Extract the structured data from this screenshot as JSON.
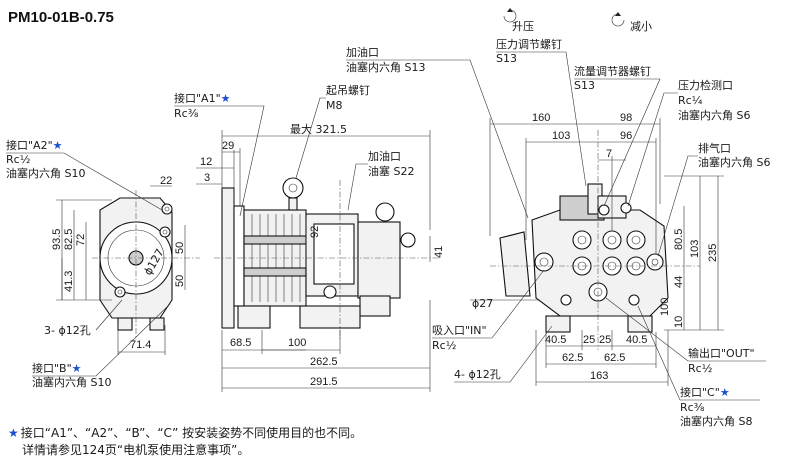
{
  "title": "PM10-01B-0.75",
  "left_view": {
    "port_a2": {
      "label": "接口\"A2\"",
      "star": "★",
      "thread": "Rc½",
      "plug": "油塞内六角 S10"
    },
    "port_b": {
      "label": "接口\"B\"",
      "star": "★",
      "plug": "油塞内六角 S10"
    },
    "holes": "3- ϕ12孔",
    "dims": [
      "22",
      "93.5",
      "82.5",
      "72",
      "41.3",
      "50",
      "50",
      "ϕ127",
      "71.4"
    ]
  },
  "center_view": {
    "port_a1": {
      "label": "接口\"A1\"",
      "star": "★",
      "thread": "Rc⅜"
    },
    "lifting_bolt": {
      "label": "起吊螺钉",
      "size": "M8"
    },
    "max_length": "最大 321.5",
    "oil_filler_1": {
      "label": "加油口",
      "plug": "油塞内六角 S13"
    },
    "oil_filler_2": {
      "label": "加油口",
      "plug": "油塞 S22"
    },
    "dims": [
      "29",
      "12",
      "3",
      "92",
      "41",
      "68.5",
      "100",
      "262.5",
      "291.5"
    ]
  },
  "right_view": {
    "pressure_screw": {
      "dir": "升压",
      "label": "压力调节螺钉",
      "size": "S13"
    },
    "flow_screw": {
      "dir": "减小",
      "label": "流量调节器螺钉",
      "size": "S13"
    },
    "pressure_port": {
      "label": "压力检测口",
      "thread": "Rc¼",
      "plug": "油塞内六角 S6"
    },
    "vent_port": {
      "label": "排气口",
      "plug": "油塞内六角 S6"
    },
    "inlet": {
      "label": "吸入口\"IN\"",
      "thread": "Rc½"
    },
    "outlet": {
      "label": "输出口\"OUT\"",
      "thread": "Rc½"
    },
    "port_c": {
      "label": "接口\"C\"",
      "star": "★",
      "thread": "Rc⅜",
      "plug": "油塞内六角 S8"
    },
    "holes": "4- ϕ12孔",
    "dims": [
      "160",
      "98",
      "103",
      "96",
      "7",
      "80.5",
      "103",
      "235",
      "44",
      "100",
      "10",
      "ϕ27",
      "40.5",
      "25",
      "25",
      "40.5",
      "62.5",
      "62.5",
      "163"
    ]
  },
  "notes": {
    "star": "★",
    "line1": "接口“A1”、“A2”、“B”、“C” 按安装姿势不同使用目的也不同。",
    "line2": "详情请参见124页“电机泵使用注意事项”。"
  }
}
